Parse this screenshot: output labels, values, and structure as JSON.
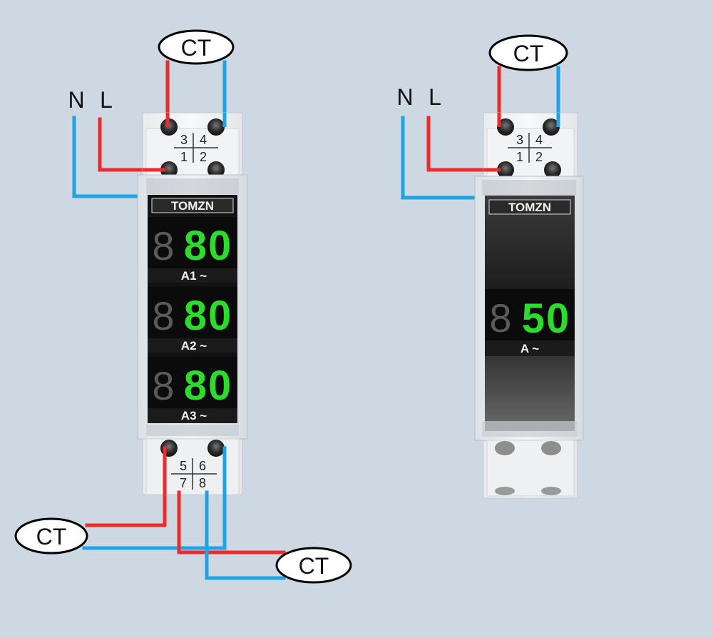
{
  "colors": {
    "background": "#cdd8e2",
    "live_wire": "#ee2a2a",
    "neutral_wire": "#1ea3e6",
    "led_on": "#2bdc2b",
    "led_off": "#6e6e6e"
  },
  "left_meter": {
    "brand": "TOMZN",
    "top_terminals": {
      "upper": [
        "3",
        "4"
      ],
      "lower": [
        "1",
        "2"
      ]
    },
    "bottom_terminals": {
      "upper": [
        "5",
        "6"
      ],
      "lower": [
        "7",
        "8"
      ]
    },
    "line_labels": {
      "neutral": "N",
      "live": "L"
    },
    "ct_labels": [
      "CT",
      "CT",
      "CT"
    ],
    "channels": [
      {
        "label": "A1 ~",
        "reading": "80"
      },
      {
        "label": "A2 ~",
        "reading": "80"
      },
      {
        "label": "A3 ~",
        "reading": "80"
      }
    ]
  },
  "right_meter": {
    "brand": "TOMZN",
    "top_terminals": {
      "upper": [
        "3",
        "4"
      ],
      "lower": [
        "1",
        "2"
      ]
    },
    "line_labels": {
      "neutral": "N",
      "live": "L"
    },
    "ct_labels": [
      "CT"
    ],
    "channels": [
      {
        "label": "A ~",
        "reading": "50"
      }
    ]
  }
}
